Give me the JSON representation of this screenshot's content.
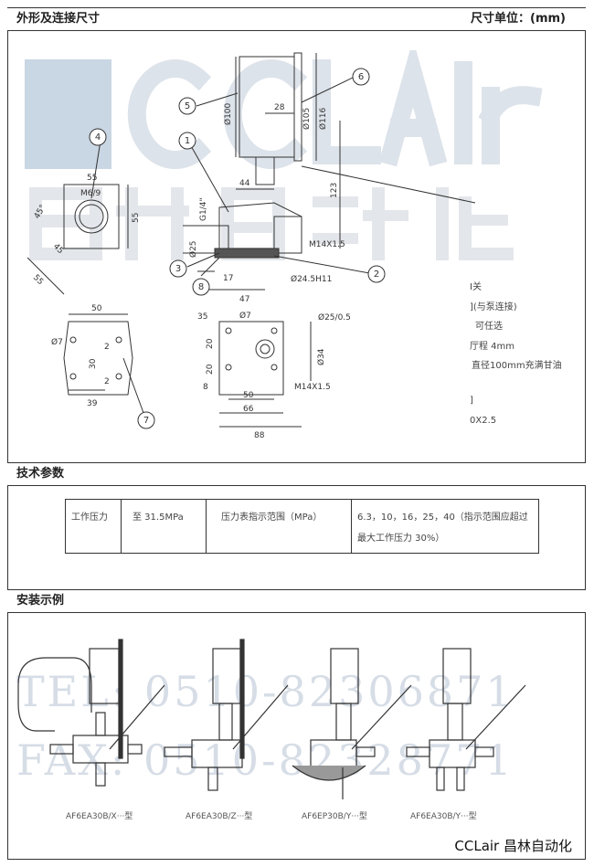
{
  "logo": {
    "text": "CCLair 昌林自动化"
  },
  "section1": {
    "title": "外形及连接尺寸",
    "unit_label": "尺寸单位：(mm)"
  },
  "drawing": {
    "callouts": [
      "1",
      "2",
      "3",
      "4",
      "5",
      "6",
      "7",
      "8"
    ],
    "dims": {
      "d100": "Ø100",
      "d28": "28",
      "d105": "Ø105",
      "d116": "Ø116",
      "d123": "123",
      "d44": "44",
      "g14": "G1/4\"",
      "d25": "Ø25",
      "m14": "M14X1.5",
      "d17": "17",
      "d245": "Ø24.5H11",
      "d47": "47",
      "d55a": "55",
      "m69": "M6/9",
      "d55b": "55",
      "ang45": "45°",
      "d55c": "55",
      "d45": "45",
      "d50a": "50",
      "d7a": "Ø7",
      "d30": "30",
      "d2a": "2",
      "d2b": "2",
      "d39": "39",
      "d35": "35",
      "d7b": "Ø7",
      "d20a": "20",
      "d20b": "20",
      "d8": "8",
      "d2505": "Ø25/0.5",
      "d34": "Ø34",
      "m14b": "M14X1.5",
      "d50b": "50",
      "d66": "66",
      "d88": "88"
    },
    "notes": [
      "I关",
      "](与泵连接)",
      "可任选",
      "厅程 4mm",
      "直径100mm充满甘油",
      "]",
      "0X2.5"
    ]
  },
  "section2": {
    "title": "技术参数"
  },
  "spec_table": {
    "c1": "工作压力",
    "c2": "至 31.5MPa",
    "c3": "压力表指示范围（MPa）",
    "c4a": "6.3，10，16，25，40（指示范围应超过",
    "c4b": "最大工作压力 30%）"
  },
  "section3": {
    "title": "安装示例"
  },
  "watermark": {
    "tel": "TEL: 0510-82306871",
    "fax": "FAX: 0510-82328771"
  },
  "captions": [
    "AF6EA30B/X···型",
    "AF6EA30B/Z···型",
    "AF6EP30B/Y···型",
    "AF6EA30B/Y···型"
  ],
  "brand": "CCLair 昌林自动化"
}
